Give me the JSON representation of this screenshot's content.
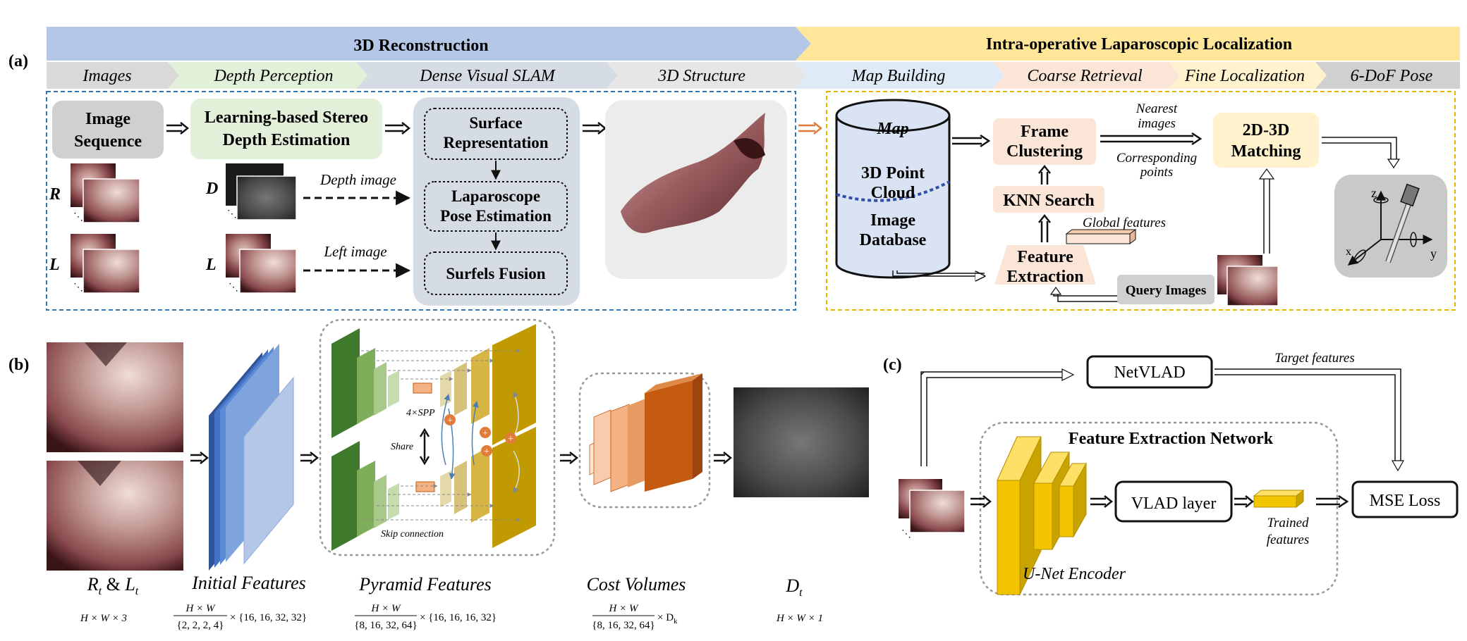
{
  "panel_labels": {
    "a": "(a)",
    "b": "(b)",
    "c": "(c)"
  },
  "banner": {
    "left_title": "3D Reconstruction",
    "right_title": "Intra-operative Laparoscopic Localization",
    "steps": [
      "Images",
      "Depth Perception",
      "Dense Visual SLAM",
      "3D Structure",
      "Map Building",
      "Coarse Retrieval",
      "Fine Localization",
      "6-DoF Pose"
    ]
  },
  "recon": {
    "image_sequence": [
      "Image",
      "Sequence"
    ],
    "stereo": [
      "Learning-based Stereo",
      "Depth Estimation"
    ],
    "slam": {
      "surface": [
        "Surface",
        "Representation"
      ],
      "pose": [
        "Laparoscope",
        "Pose Estimation"
      ],
      "fusion": "Surfels Fusion"
    },
    "label_R": "R",
    "label_L": "L",
    "label_D": "D",
    "label_L2": "L",
    "depth_image": "Depth image",
    "left_image": "Left image"
  },
  "loc": {
    "map_title": "Map",
    "map_point_cloud": [
      "3D Point",
      "Cloud"
    ],
    "map_image_db": [
      "Image",
      "Database"
    ],
    "frame_clustering": [
      "Frame",
      "Clustering"
    ],
    "knn_search": "KNN Search",
    "feature_extraction": [
      "Feature",
      "Extraction"
    ],
    "global_features": "Global features",
    "nearest_images": [
      "Nearest",
      "images"
    ],
    "corresponding_points": [
      "Corresponding",
      "points"
    ],
    "matching": [
      "2D-3D",
      "Matching"
    ],
    "query_images": "Query Images",
    "axes": {
      "z": "z",
      "y": "y",
      "x": "x"
    }
  },
  "panel_b": {
    "spp": "4×SPP",
    "share": "Share",
    "skip": "Skip connection",
    "captions": [
      "Initial Features",
      "Pyramid Features",
      "Cost Volumes"
    ],
    "rl_caption": {
      "R": "R",
      "t1": "t",
      "amp": " & ",
      "L": "L",
      "t2": "t"
    },
    "dt_caption": {
      "D": "D",
      "t": "t"
    },
    "dims": {
      "input": "H × W × 3",
      "initial_num": "H × W",
      "initial_den": "{2, 2, 2, 4}",
      "initial_ch": "× {16, 16, 32, 32}",
      "pyramid_num": "H × W",
      "pyramid_den": "{8, 16, 32, 64}",
      "pyramid_ch": "× {16, 16, 16, 32}",
      "cost_num": "H × W",
      "cost_den": "{8, 16, 32, 64}",
      "cost_ch": "× D",
      "cost_sub": "k",
      "output": "H × W × 1"
    }
  },
  "panel_c": {
    "netvlad": "NetVLAD",
    "target_features": "Target features",
    "network_title": "Feature Extraction Network",
    "vlad_layer": "VLAD layer",
    "mse_loss": "MSE Loss",
    "trained_features": [
      "Trained",
      "features"
    ],
    "encoder": "U-Net Encoder"
  },
  "colors": {
    "recon_banner": "#b4c7e7",
    "loc_banner": "#ffe699",
    "pyramid_dark_green": "#3f7a2c",
    "pyramid_gold": "#c09a00",
    "cost_orange": "#c55a11",
    "encoder_yellow": "#f2c500",
    "recon_border": "#2e75b6",
    "loc_border": "#e6b800"
  }
}
